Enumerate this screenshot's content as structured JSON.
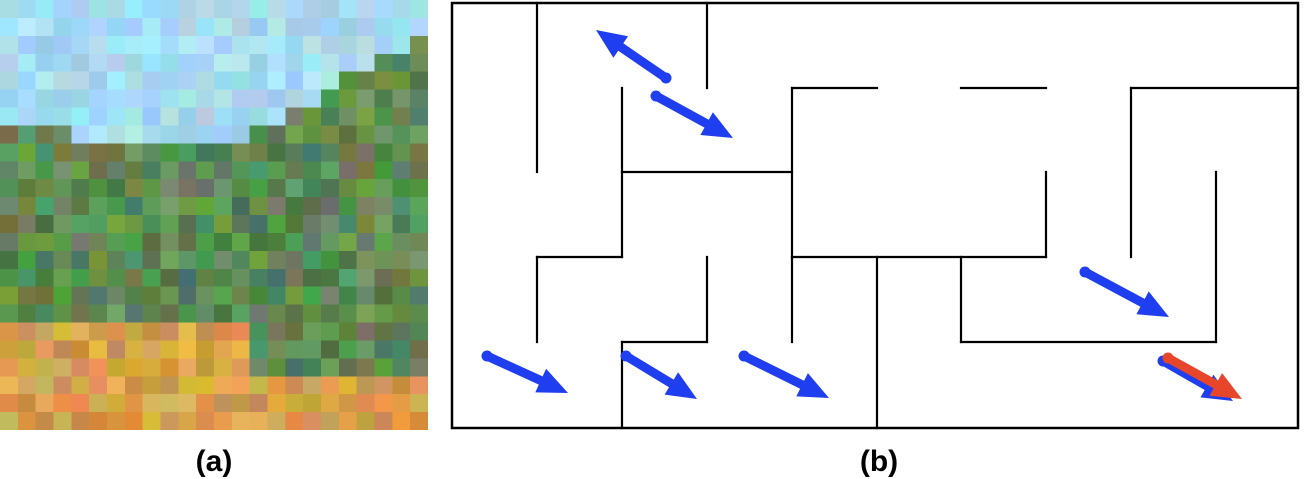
{
  "panel_a": {
    "caption": "(a)",
    "pixel_grid": {
      "cols": 24,
      "rows": 24,
      "sky_color": "#a8dcf2",
      "foliage_color": "#5f8a55",
      "ground_color": "#d8a24a"
    }
  },
  "panel_b": {
    "caption": "(b)",
    "colors": {
      "wall": "#000000",
      "arrow_primary": "#1f3ef0",
      "arrow_highlight": "#e8462a"
    },
    "arrows": [
      {
        "id": "arrow-1",
        "color": "primary"
      },
      {
        "id": "arrow-2",
        "color": "primary"
      },
      {
        "id": "arrow-3",
        "color": "primary"
      },
      {
        "id": "arrow-4",
        "color": "primary"
      },
      {
        "id": "arrow-5",
        "color": "primary"
      },
      {
        "id": "arrow-6",
        "color": "primary"
      },
      {
        "id": "arrow-7",
        "color": "primary"
      },
      {
        "id": "arrow-8",
        "color": "highlight"
      }
    ]
  }
}
